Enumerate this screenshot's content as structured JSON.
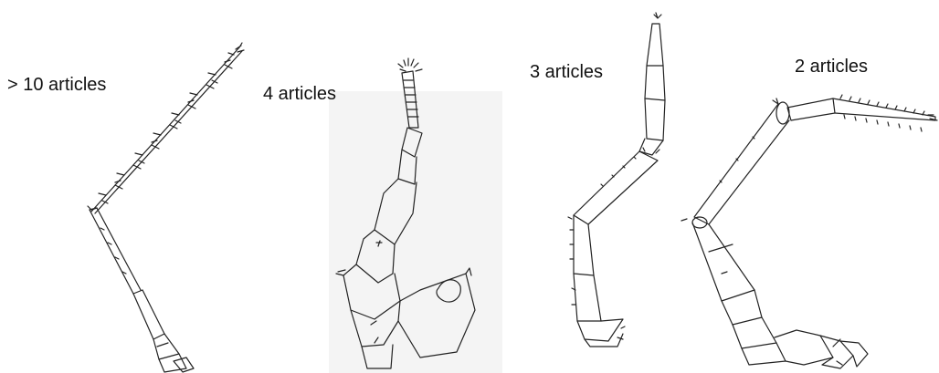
{
  "figure": {
    "panels": [
      {
        "label": "> 10 articles"
      },
      {
        "label": "4 articles"
      },
      {
        "label": "3 articles"
      },
      {
        "label": "2 articles"
      }
    ]
  }
}
